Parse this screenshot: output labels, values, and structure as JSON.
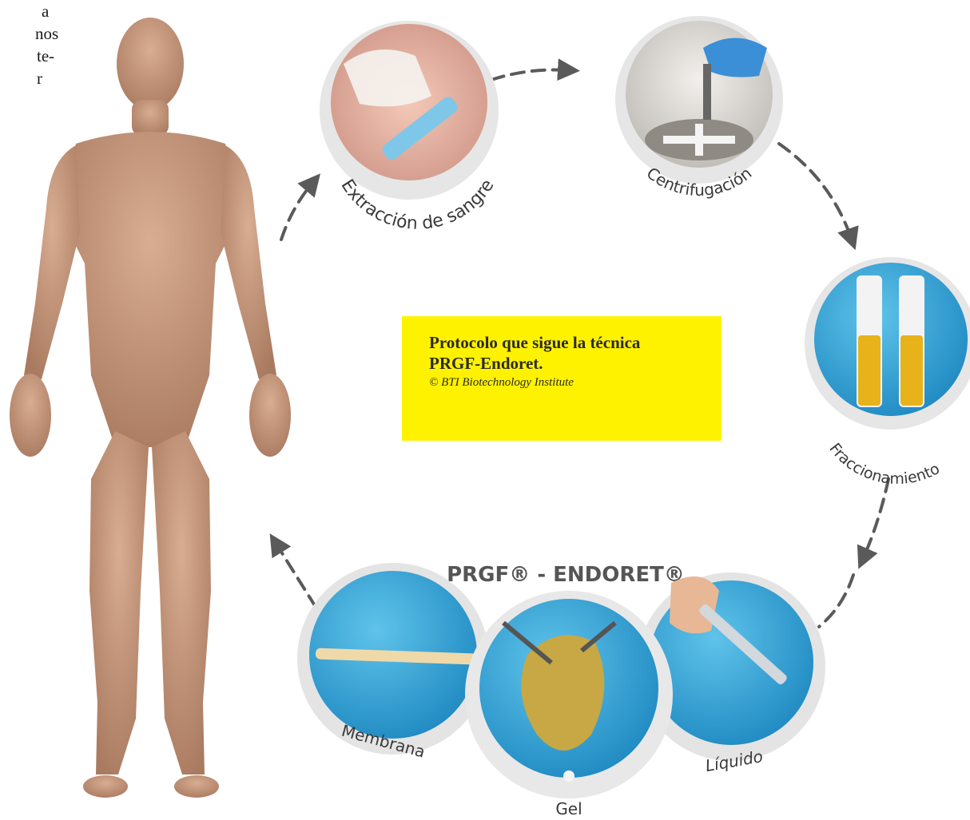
{
  "side_text": [
    "a",
    "nos",
    "te-",
    "r"
  ],
  "caption": {
    "title_line1": "Protocolo que sigue la técnica",
    "title_line2": "PRGF-Endoret.",
    "credit": "© BTI Biotechnology Institute"
  },
  "brand_title": "PRGF® - ENDORET®",
  "steps": {
    "extraction": "Extracción de sangre",
    "centrifuge": "Centrifugación",
    "fraction": "Fraccionamiento",
    "membrane": "Membrana",
    "gel": "Gel",
    "liquid": "Líquido"
  },
  "colors": {
    "caption_bg": "#fff200",
    "skin": "#c99a7e",
    "circle_ring": "#e3e3e3",
    "arrow": "#5a5a5a",
    "blue": "#2aa6d8"
  }
}
